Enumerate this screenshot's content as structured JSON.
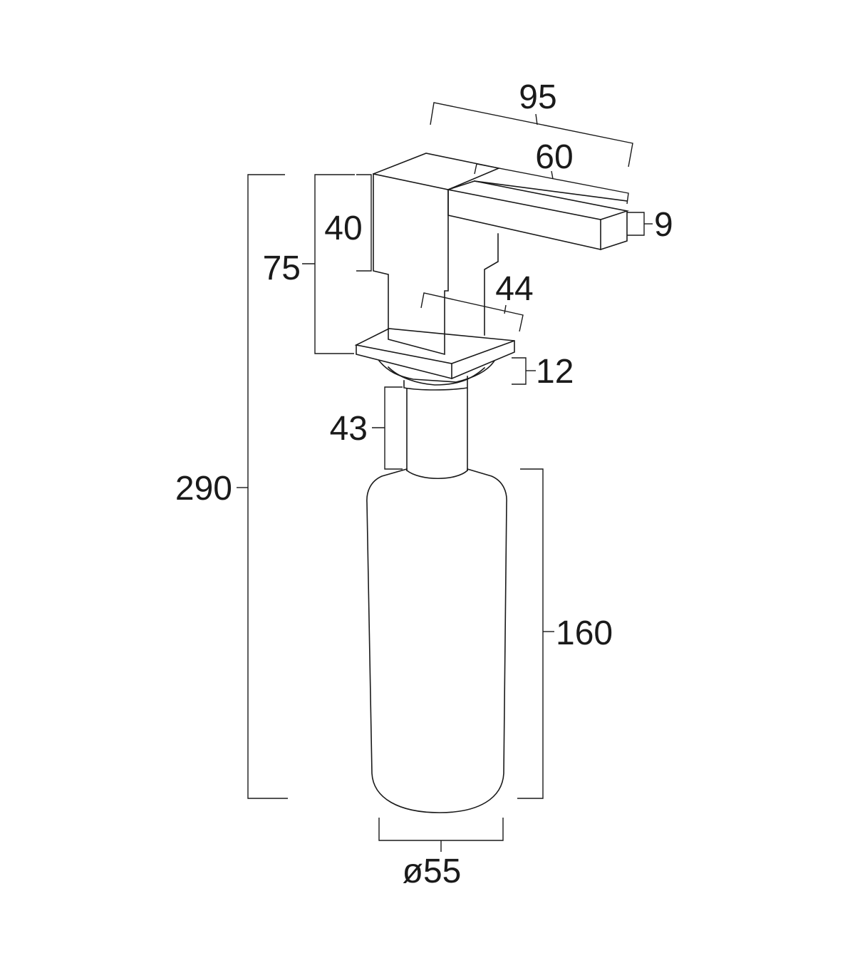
{
  "dimensions": {
    "spout_total": "95",
    "spout_arm": "60",
    "spout_thickness": "9",
    "head_height": "40",
    "head_total": "75",
    "base_width": "44",
    "base_thickness": "12",
    "neck_length": "43",
    "overall_height": "290",
    "bottle_height": "160",
    "bottle_diameter": "ø55"
  }
}
